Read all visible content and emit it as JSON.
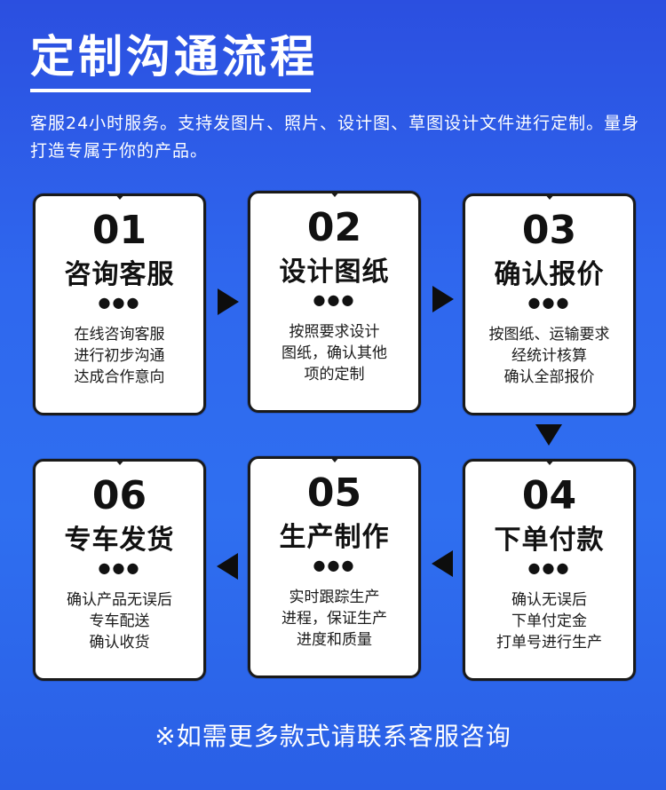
{
  "title": "定制沟通流程",
  "description": "客服24小时服务。支持发图片、照片、设计图、草图设计文件进行定制。量身打造专属于你的产品。",
  "dots": "●●●",
  "steps": [
    {
      "num": "01",
      "title": "咨询客服",
      "desc": "在线咨询客服\n进行初步沟通\n达成合作意向"
    },
    {
      "num": "02",
      "title": "设计图纸",
      "desc": "按照要求设计\n图纸，确认其他\n项的定制"
    },
    {
      "num": "03",
      "title": "确认报价",
      "desc": "按图纸、运输要求\n经统计核算\n确认全部报价"
    },
    {
      "num": "04",
      "title": "下单付款",
      "desc": "确认无误后\n下单付定金\n打单号进行生产"
    },
    {
      "num": "05",
      "title": "生产制作",
      "desc": "实时跟踪生产\n进程，保证生产\n进度和质量"
    },
    {
      "num": "06",
      "title": "专车发货",
      "desc": "确认产品无误后\n专车配送\n确认收货"
    }
  ],
  "footer": "※如需更多款式请联系客服咨询"
}
